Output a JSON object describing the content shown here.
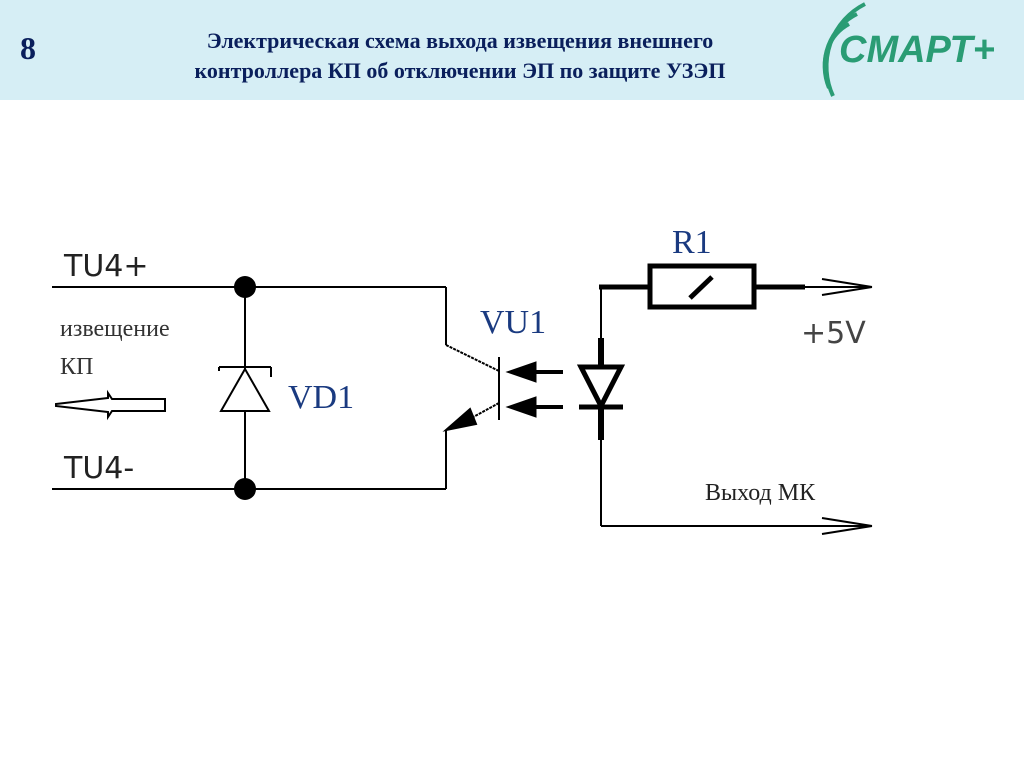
{
  "header": {
    "slide_number": "8",
    "title_line1": "Электрическая схема выхода извещения внешнего",
    "title_line2": "контроллера КП об отключении ЭП по защите УЗЭП",
    "logo_text": "СМАРТ+",
    "colors": {
      "band": "#d6eef5",
      "title": "#0a1f5c",
      "logo": "#2a9c74"
    }
  },
  "diagram": {
    "labels": {
      "tu4_plus": "TU4+",
      "tu4_minus": "TU4-",
      "notice_line1": "извещение",
      "notice_line2": "КП",
      "vd1": "VD1",
      "vu1": "VU1",
      "r1": "R1",
      "plus5v": "+5V",
      "output_mk": "Выход МК"
    },
    "components": [
      {
        "id": "VD1",
        "type": "zener-diode"
      },
      {
        "id": "VU1",
        "type": "optocoupler"
      },
      {
        "id": "R1",
        "type": "resistor"
      }
    ]
  }
}
